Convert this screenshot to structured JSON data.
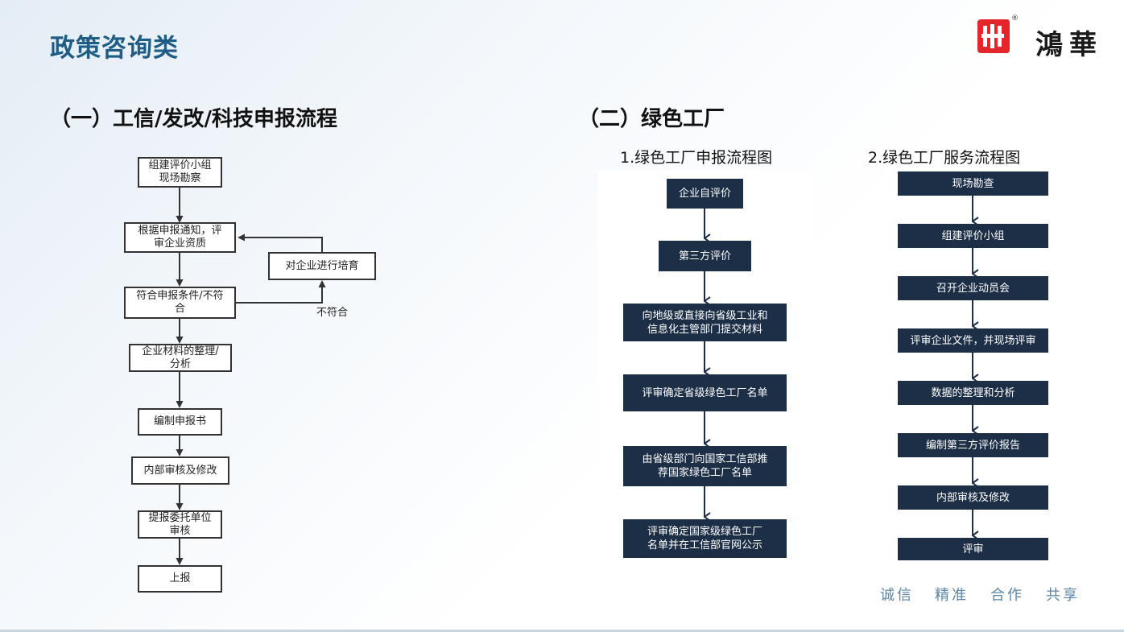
{
  "page_title": "政策咨询类",
  "logo": {
    "text": "鴻華",
    "reg_mark": "®",
    "accent_color": "#e3262b"
  },
  "section1": {
    "title": "（一）工信/发改/科技申报流程",
    "steps": [
      "组建评价小组\n现场勘察",
      "根据申报通知，评\n审企业资质",
      "符合申报条件/不符\n合",
      "企业材料的整理/\n分析",
      "编制申报书",
      "内部审核及修改",
      "提报委托单位\n审核",
      "上报"
    ],
    "side_box": "对企业进行培育",
    "branch_label": "不符合"
  },
  "section2": {
    "title": "（二）绿色工厂",
    "flow1": {
      "title": "1.绿色工厂申报流程图",
      "steps": [
        "企业自评价",
        "第三方评价",
        "向地级或直接向省级工业和\n信息化主管部门提交材料",
        "评审确定省级绿色工厂名单",
        "由省级部门向国家工信部推\n荐国家绿色工厂名单",
        "评审确定国家级绿色工厂\n名单并在工信部官网公示"
      ]
    },
    "flow2": {
      "title": "2.绿色工厂服务流程图",
      "steps": [
        "现场勘查",
        "组建评价小组",
        "召开企业动员会",
        "评审企业文件，并现场评审",
        "数据的整理和分析",
        "编制第三方评价报告",
        "内部审核及修改",
        "评审"
      ]
    }
  },
  "slogans": [
    "诚信",
    "精准",
    "合作",
    "共享"
  ],
  "colors": {
    "title_blue": "#1f5c86",
    "box_dark": "#1d2e47",
    "slogan": "#5b86a8"
  }
}
